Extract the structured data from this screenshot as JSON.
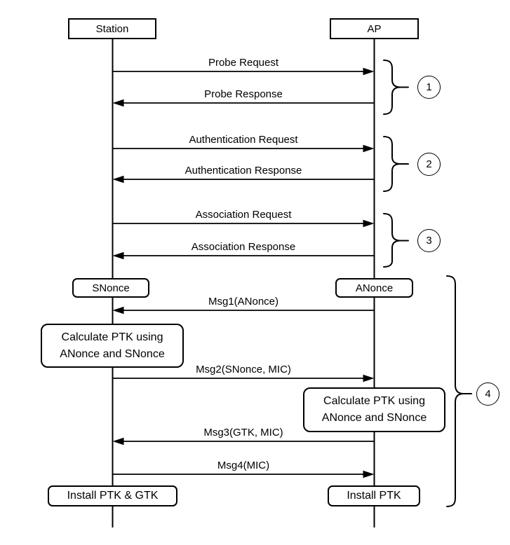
{
  "colors": {
    "line": "#000000",
    "background": "#ffffff"
  },
  "actors": [
    {
      "label": "Station"
    },
    {
      "label": "AP"
    }
  ],
  "messages": [
    {
      "label": "Probe Request",
      "from": "Station",
      "to": "AP"
    },
    {
      "label": "Probe Response",
      "from": "AP",
      "to": "Station"
    },
    {
      "label": "Authentication Request",
      "from": "Station",
      "to": "AP"
    },
    {
      "label": "Authentication Response",
      "from": "AP",
      "to": "Station"
    },
    {
      "label": "Association Request",
      "from": "Station",
      "to": "AP"
    },
    {
      "label": "Association Response",
      "from": "AP",
      "to": "Station"
    },
    {
      "label": "Msg1(ANonce)",
      "from": "AP",
      "to": "Station"
    },
    {
      "label": "Msg2(SNonce, MIC)",
      "from": "Station",
      "to": "AP"
    },
    {
      "label": "Msg3(GTK, MIC)",
      "from": "AP",
      "to": "Station"
    },
    {
      "label": "Msg4(MIC)",
      "from": "Station",
      "to": "AP"
    }
  ],
  "notes": {
    "snonce": {
      "label": "SNonce"
    },
    "anonce": {
      "label": "ANonce"
    },
    "calc_station": {
      "line1": "Calculate PTK using",
      "line2": "ANonce and SNonce"
    },
    "calc_ap": {
      "line1": "Calculate PTK using",
      "line2": "ANonce and SNonce"
    },
    "install_station": {
      "label": "Install PTK & GTK"
    },
    "install_ap": {
      "label": "Install PTK"
    }
  },
  "groups": [
    {
      "number": "1",
      "contains": [
        "Probe Request",
        "Probe Response"
      ]
    },
    {
      "number": "2",
      "contains": [
        "Authentication Request",
        "Authentication Response"
      ]
    },
    {
      "number": "3",
      "contains": [
        "Association Request",
        "Association Response"
      ]
    },
    {
      "number": "4",
      "contains": [
        "Msg1(ANonce)",
        "Msg2(SNonce, MIC)",
        "Msg3(GTK, MIC)",
        "Msg4(MIC)"
      ]
    }
  ]
}
